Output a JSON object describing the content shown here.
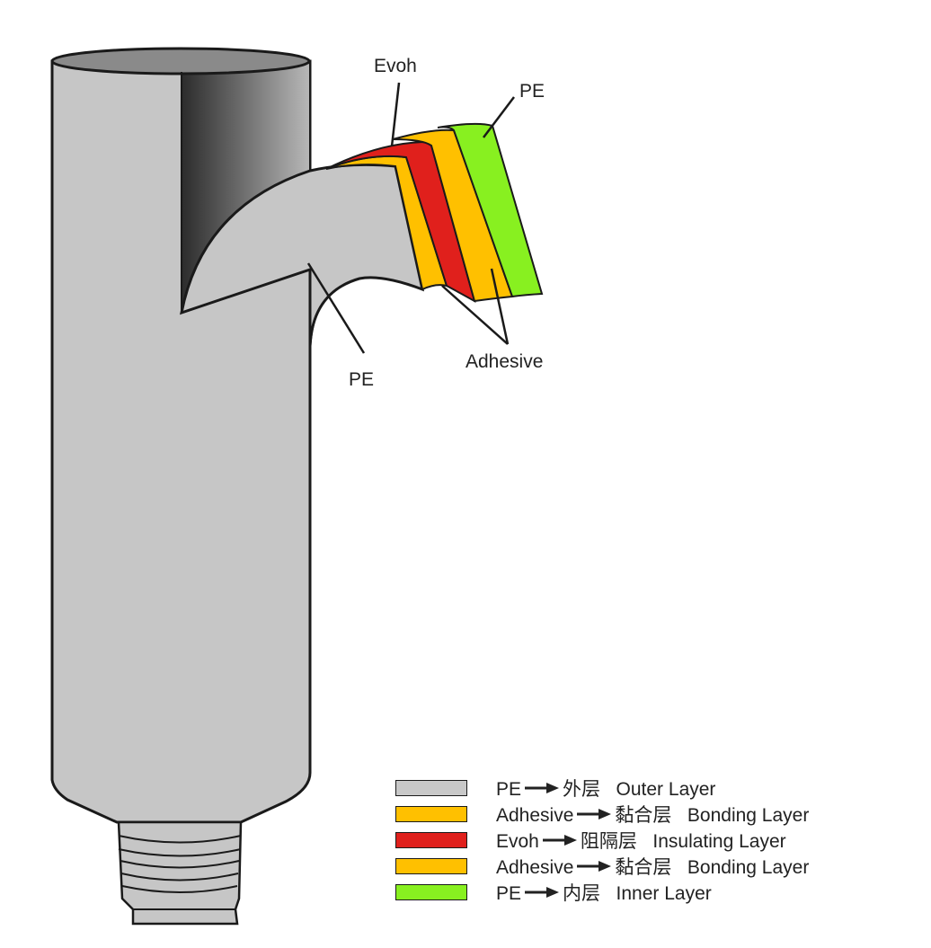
{
  "labels": {
    "evoh": "Evoh",
    "pe_inner": "PE",
    "pe_outer": "PE",
    "adhesive": "Adhesive"
  },
  "legend": [
    {
      "material": "PE",
      "cn": "外层",
      "en": "Outer Layer",
      "color": "#c8c8c8"
    },
    {
      "material": "Adhesive",
      "cn": "黏合层",
      "en": "Bonding Layer",
      "color": "#ffc000"
    },
    {
      "material": "Evoh",
      "cn": "阻隔层",
      "en": "Insulating Layer",
      "color": "#e0201c"
    },
    {
      "material": "Adhesive",
      "cn": "黏合层",
      "en": "Bonding Layer",
      "color": "#ffc000"
    },
    {
      "material": "PE",
      "cn": "内层",
      "en": "Inner Layer",
      "color": "#88f020"
    }
  ]
}
